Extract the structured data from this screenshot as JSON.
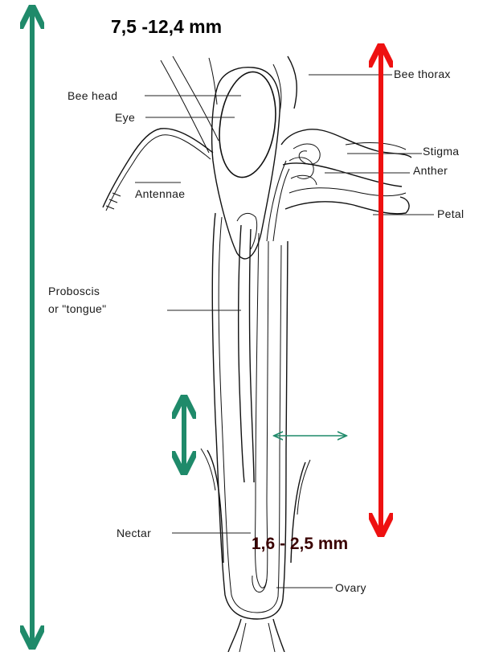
{
  "labels": {
    "bee_head": "Bee head",
    "eye": "Eye",
    "antennae": "Antennae",
    "proboscis_line1": "Proboscis",
    "proboscis_line2": "or \"tongue\"",
    "nectar": "Nectar",
    "ovary": "Ovary",
    "bee_thorax": "Bee thorax",
    "stigma": "Stigma",
    "anther": "Anther",
    "petal": "Petal"
  },
  "measurements": {
    "total_length": "7,5 -12,4 mm",
    "width": "1,6 - 2,5 mm"
  },
  "colors": {
    "green_arrow": "#1f8a6a",
    "red_arrow": "#ee1111",
    "ink": "#111111"
  }
}
